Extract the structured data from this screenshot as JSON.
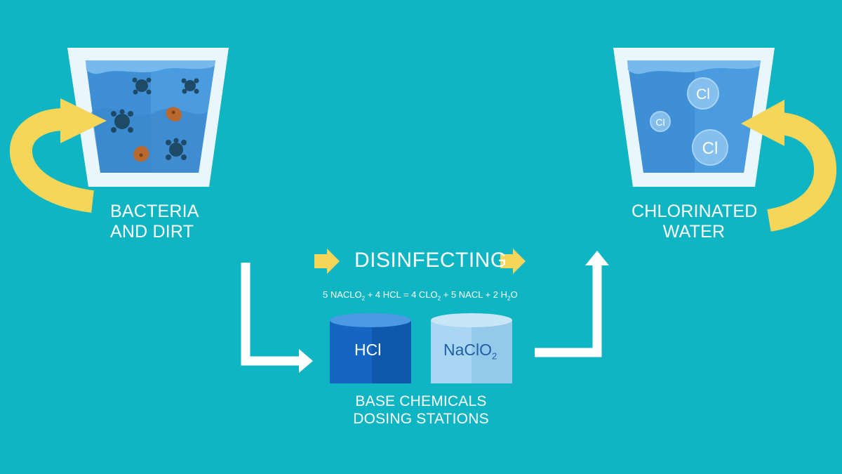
{
  "colors": {
    "background": "#0fb5c2",
    "arrow_yellow": "#f5d658",
    "water_blue": "#3f8fd6",
    "glass_white": "#e9f6fb",
    "hcl_blue": "#1566c3",
    "naclo2_blue": "#a9d6f2",
    "bacteria": "#1e4a66",
    "dirt": "#b9692e"
  },
  "icons": [
    "bacteria-glass-icon",
    "chlorinated-glass-icon",
    "bacterium-icon",
    "dirt-particle-icon",
    "chlorine-bubble-icon",
    "curved-arrow-icon",
    "chevron-arrow-icon",
    "flow-arrow-icon",
    "hcl-cylinder-icon",
    "naclo2-cylinder-icon"
  ],
  "left_stage": {
    "label_line1": "BACTERIA",
    "label_line2": "AND DIRT"
  },
  "right_stage": {
    "label_line1": "CHLORINATED",
    "label_line2": "WATER",
    "bubble_labels": [
      "Cl",
      "Cl",
      "Cl"
    ]
  },
  "process": {
    "title": "DISINFECTING",
    "equation_parts": [
      "5 NACLO",
      "2",
      " + 4 HCL = 4 CLO",
      "2",
      " + 5 NACL + 2 H",
      "2",
      "O"
    ]
  },
  "chemicals": {
    "hcl_label": "HCl",
    "naclo2_label": "NaClO",
    "naclo2_sub": "2",
    "label_line1": "BASE CHEMICALS",
    "label_line2": "DOSING STATIONS"
  }
}
